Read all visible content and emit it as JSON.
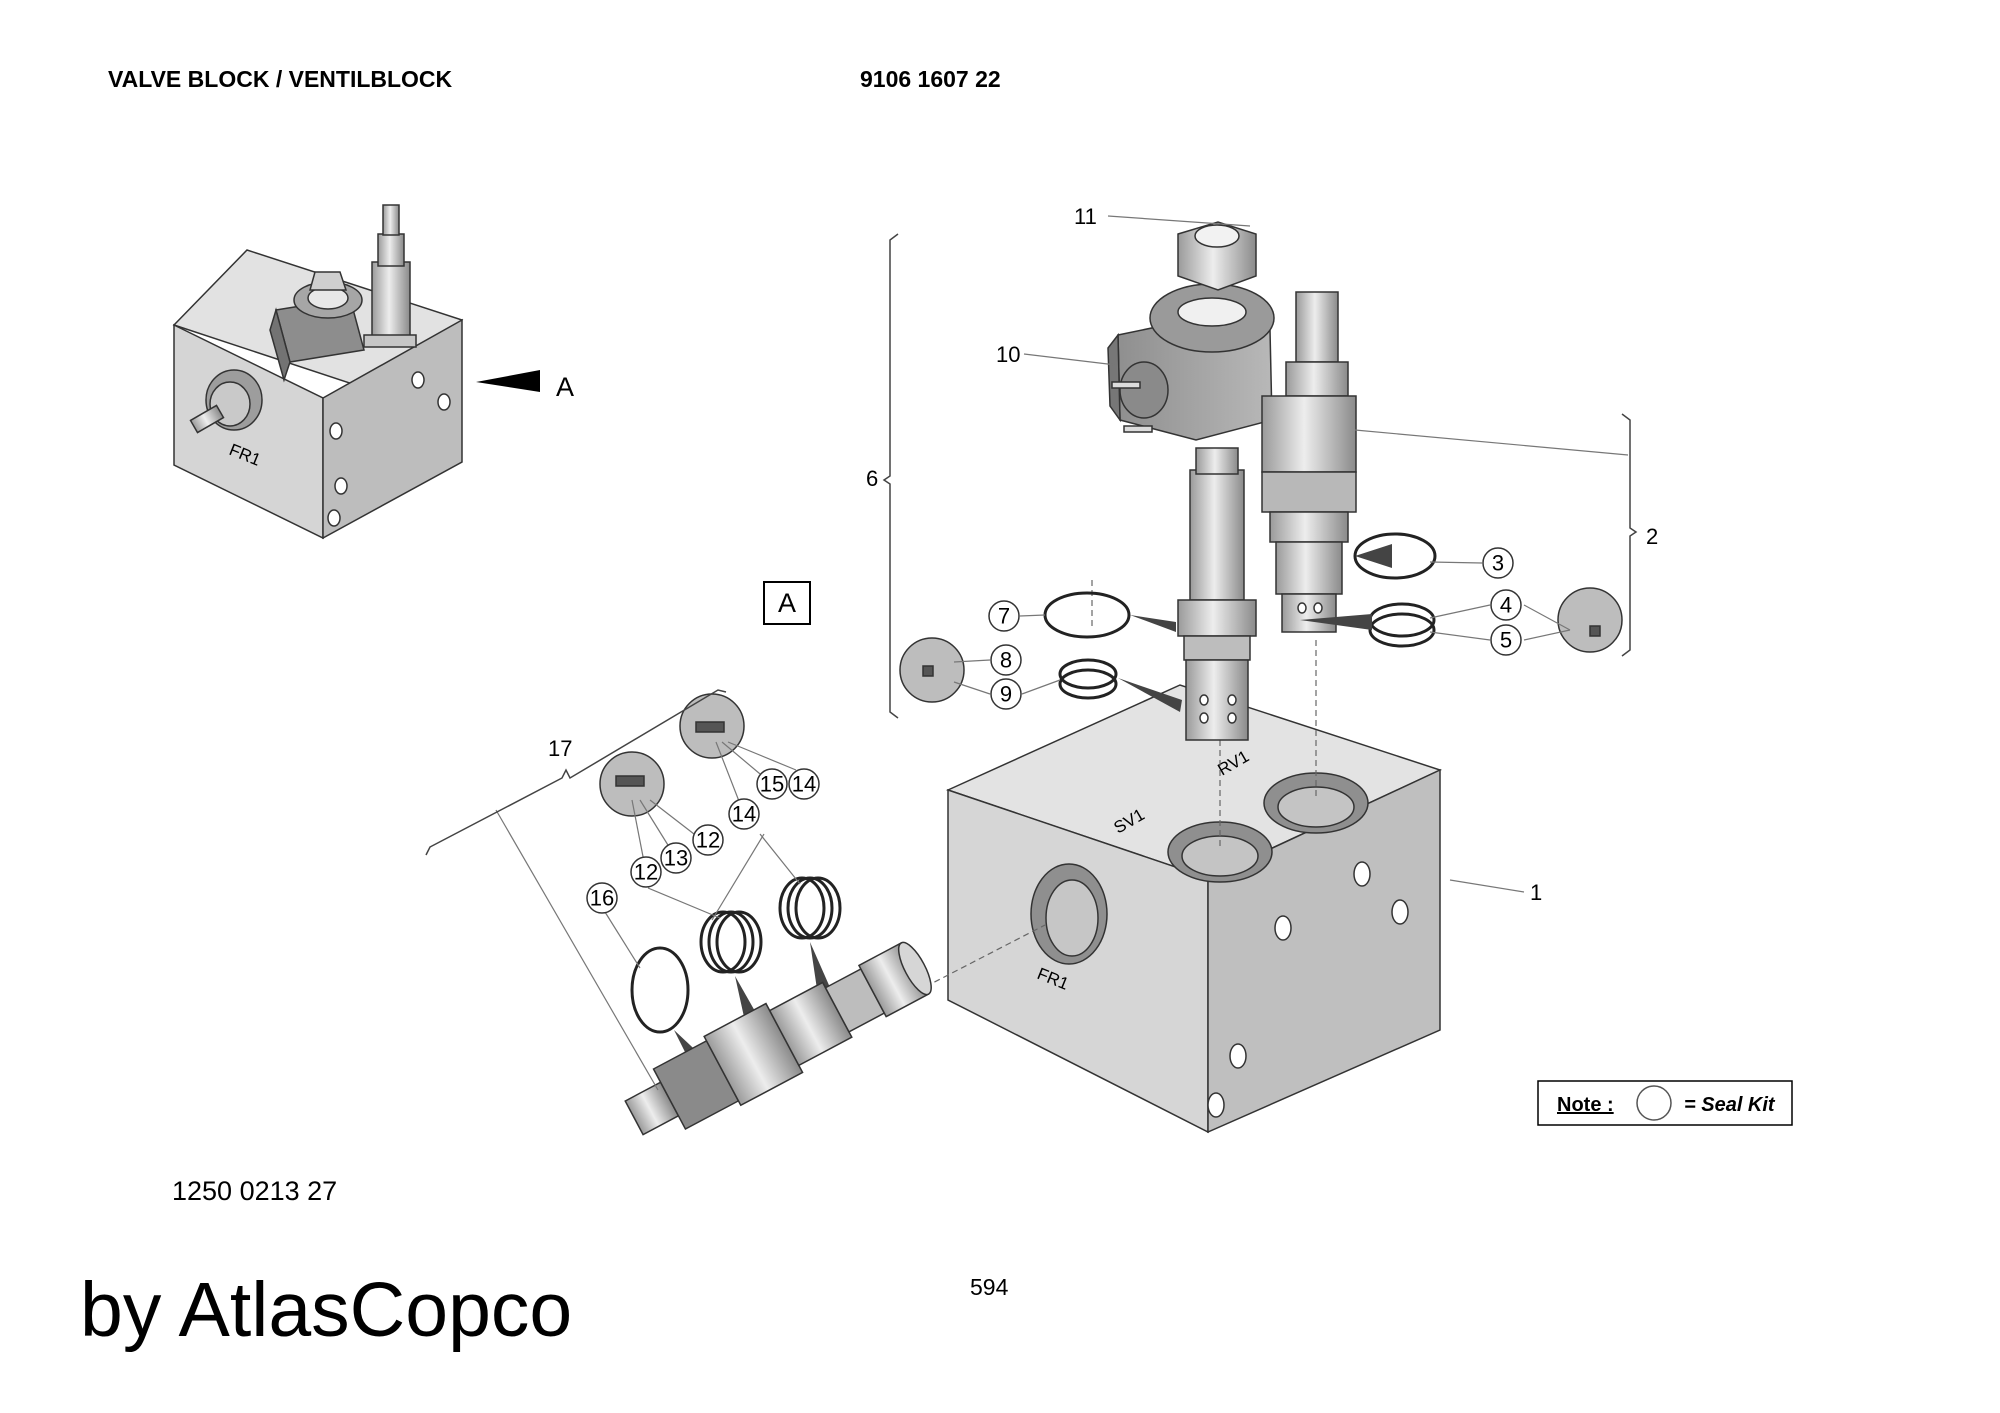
{
  "header": {
    "title": "VALVE BLOCK / VENTILBLOCK",
    "part_number": "9106 1607 22"
  },
  "drawing_number": "1250 0213 27",
  "brand": "by AtlasCopco",
  "page_number": "594",
  "view_marker": "A",
  "view_box_label": "A",
  "ports": {
    "fr1": "FR1",
    "sv1": "SV1",
    "rv1": "RV1",
    "fr1_small": "FR1"
  },
  "callouts": {
    "c1": "1",
    "c2": "2",
    "c3": "3",
    "c4": "4",
    "c5": "5",
    "c6": "6",
    "c7": "7",
    "c8": "8",
    "c9": "9",
    "c10": "10",
    "c11": "11",
    "c12a": "12",
    "c12b": "12",
    "c13": "13",
    "c14a": "14",
    "c14b": "14",
    "c15": "15",
    "c16": "16",
    "c17": "17"
  },
  "note": {
    "label": "Note :",
    "text": "= Seal Kit"
  }
}
